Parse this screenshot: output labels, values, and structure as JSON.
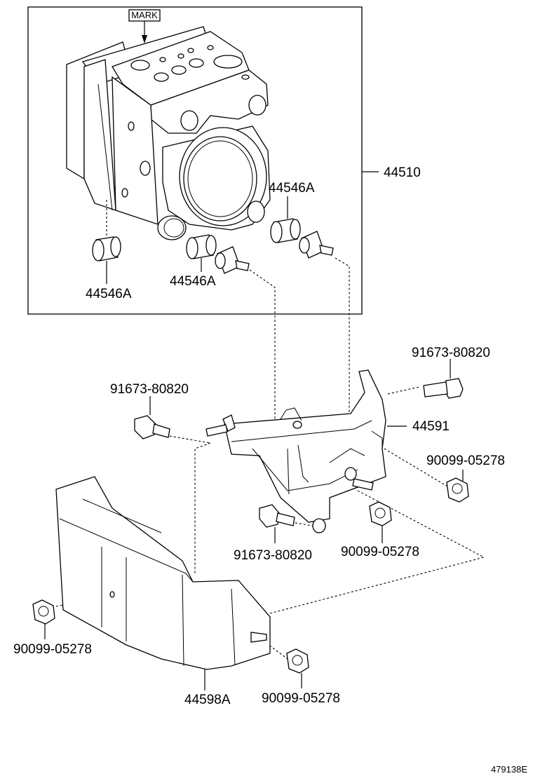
{
  "diagram": {
    "mark_label": "MARK",
    "part_labels": {
      "actuator_assembly": "44510",
      "spacer_upper": "44546A",
      "spacer_middle": "44546A",
      "spacer_left": "44546A",
      "bracket": "44591",
      "bolt_upper_right": "91673-80820",
      "bolt_left": "91673-80820",
      "bolt_lower": "91673-80820",
      "nut_right": "90099-05278",
      "nut_middle": "90099-05278",
      "nut_left": "90099-05278",
      "nut_bottom": "90099-05278",
      "cover": "44598A"
    },
    "figure_code": "479138E"
  }
}
